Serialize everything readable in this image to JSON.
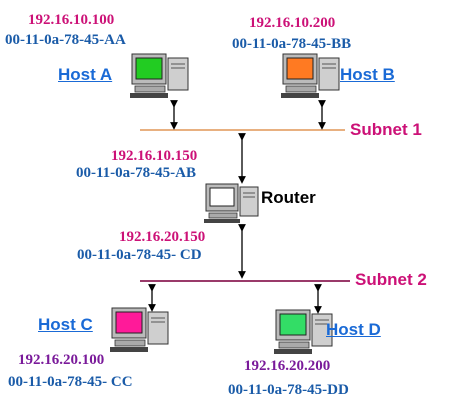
{
  "colors": {
    "ip_pink": "#cc1177",
    "ip_purple": "#7a1a9a",
    "mac_blue": "#1a5ba8",
    "label_blue": "#1a6ad6",
    "subnet_label": "#cc1177",
    "subnet1_line": "#e8b080",
    "subnet2_line": "#9a3a6a",
    "router_label": "#000000"
  },
  "host_a": {
    "label": "Host A",
    "ip": "192.16.10.100",
    "mac": "00-11-0a-78-45-AA",
    "screen_color": "#22cc22"
  },
  "host_b": {
    "label": "Host B",
    "ip": "192.16.10.200",
    "mac": "00-11-0a-78-45-BB",
    "screen_color": "#ff7a22"
  },
  "host_c": {
    "label": "Host C",
    "ip": "192.16.20.100",
    "mac": "00-11-0a-78-45- CC",
    "screen_color": "#ff1a99"
  },
  "host_d": {
    "label": "Host D",
    "ip": "192.16.20.200",
    "mac": "00-11-0a-78-45-DD",
    "screen_color": "#33dd66"
  },
  "router": {
    "label": "Router",
    "ip_subnet1": "192.16.10.150",
    "mac_subnet1": "00-11-0a-78-45-AB",
    "ip_subnet2": "192.16.20.150",
    "mac_subnet2": "00-11-0a-78-45- CD",
    "screen_color": "#ffffff"
  },
  "subnets": {
    "subnet1": "Subnet 1",
    "subnet2": "Subnet 2"
  }
}
